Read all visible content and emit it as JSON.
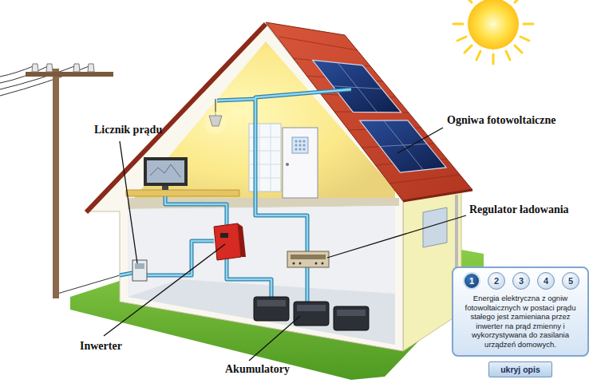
{
  "diagram": {
    "nodes": [
      {
        "text": [
          "Energia elektryczna z ogniw fotowoltaicznych w postaci prądu stałego jest zamieniana przez inwerter na prąd zmienny i wykorzystywana do zasilania urządzeń domowych."
        ]
      },
      {
        "text": [
          "1"
        ],
        "in": 0
      },
      {
        "text": [
          "2"
        ],
        "in": 0
      },
      {
        "text": [
          "3"
        ],
        "in": 0
      },
      {
        "text": [
          "4"
        ],
        "in": 0
      },
      {
        "text": [
          "5"
        ],
        "in": 0
      },
      {
        "text": [
          "ukryj opis"
        ]
      }
    ],
    "labels": [
      "Licznik prądu",
      "Ogniwa fotowoltaiczne",
      "Regulator ładowania",
      "Inwerter",
      "Akumulatory"
    ]
  }
}
